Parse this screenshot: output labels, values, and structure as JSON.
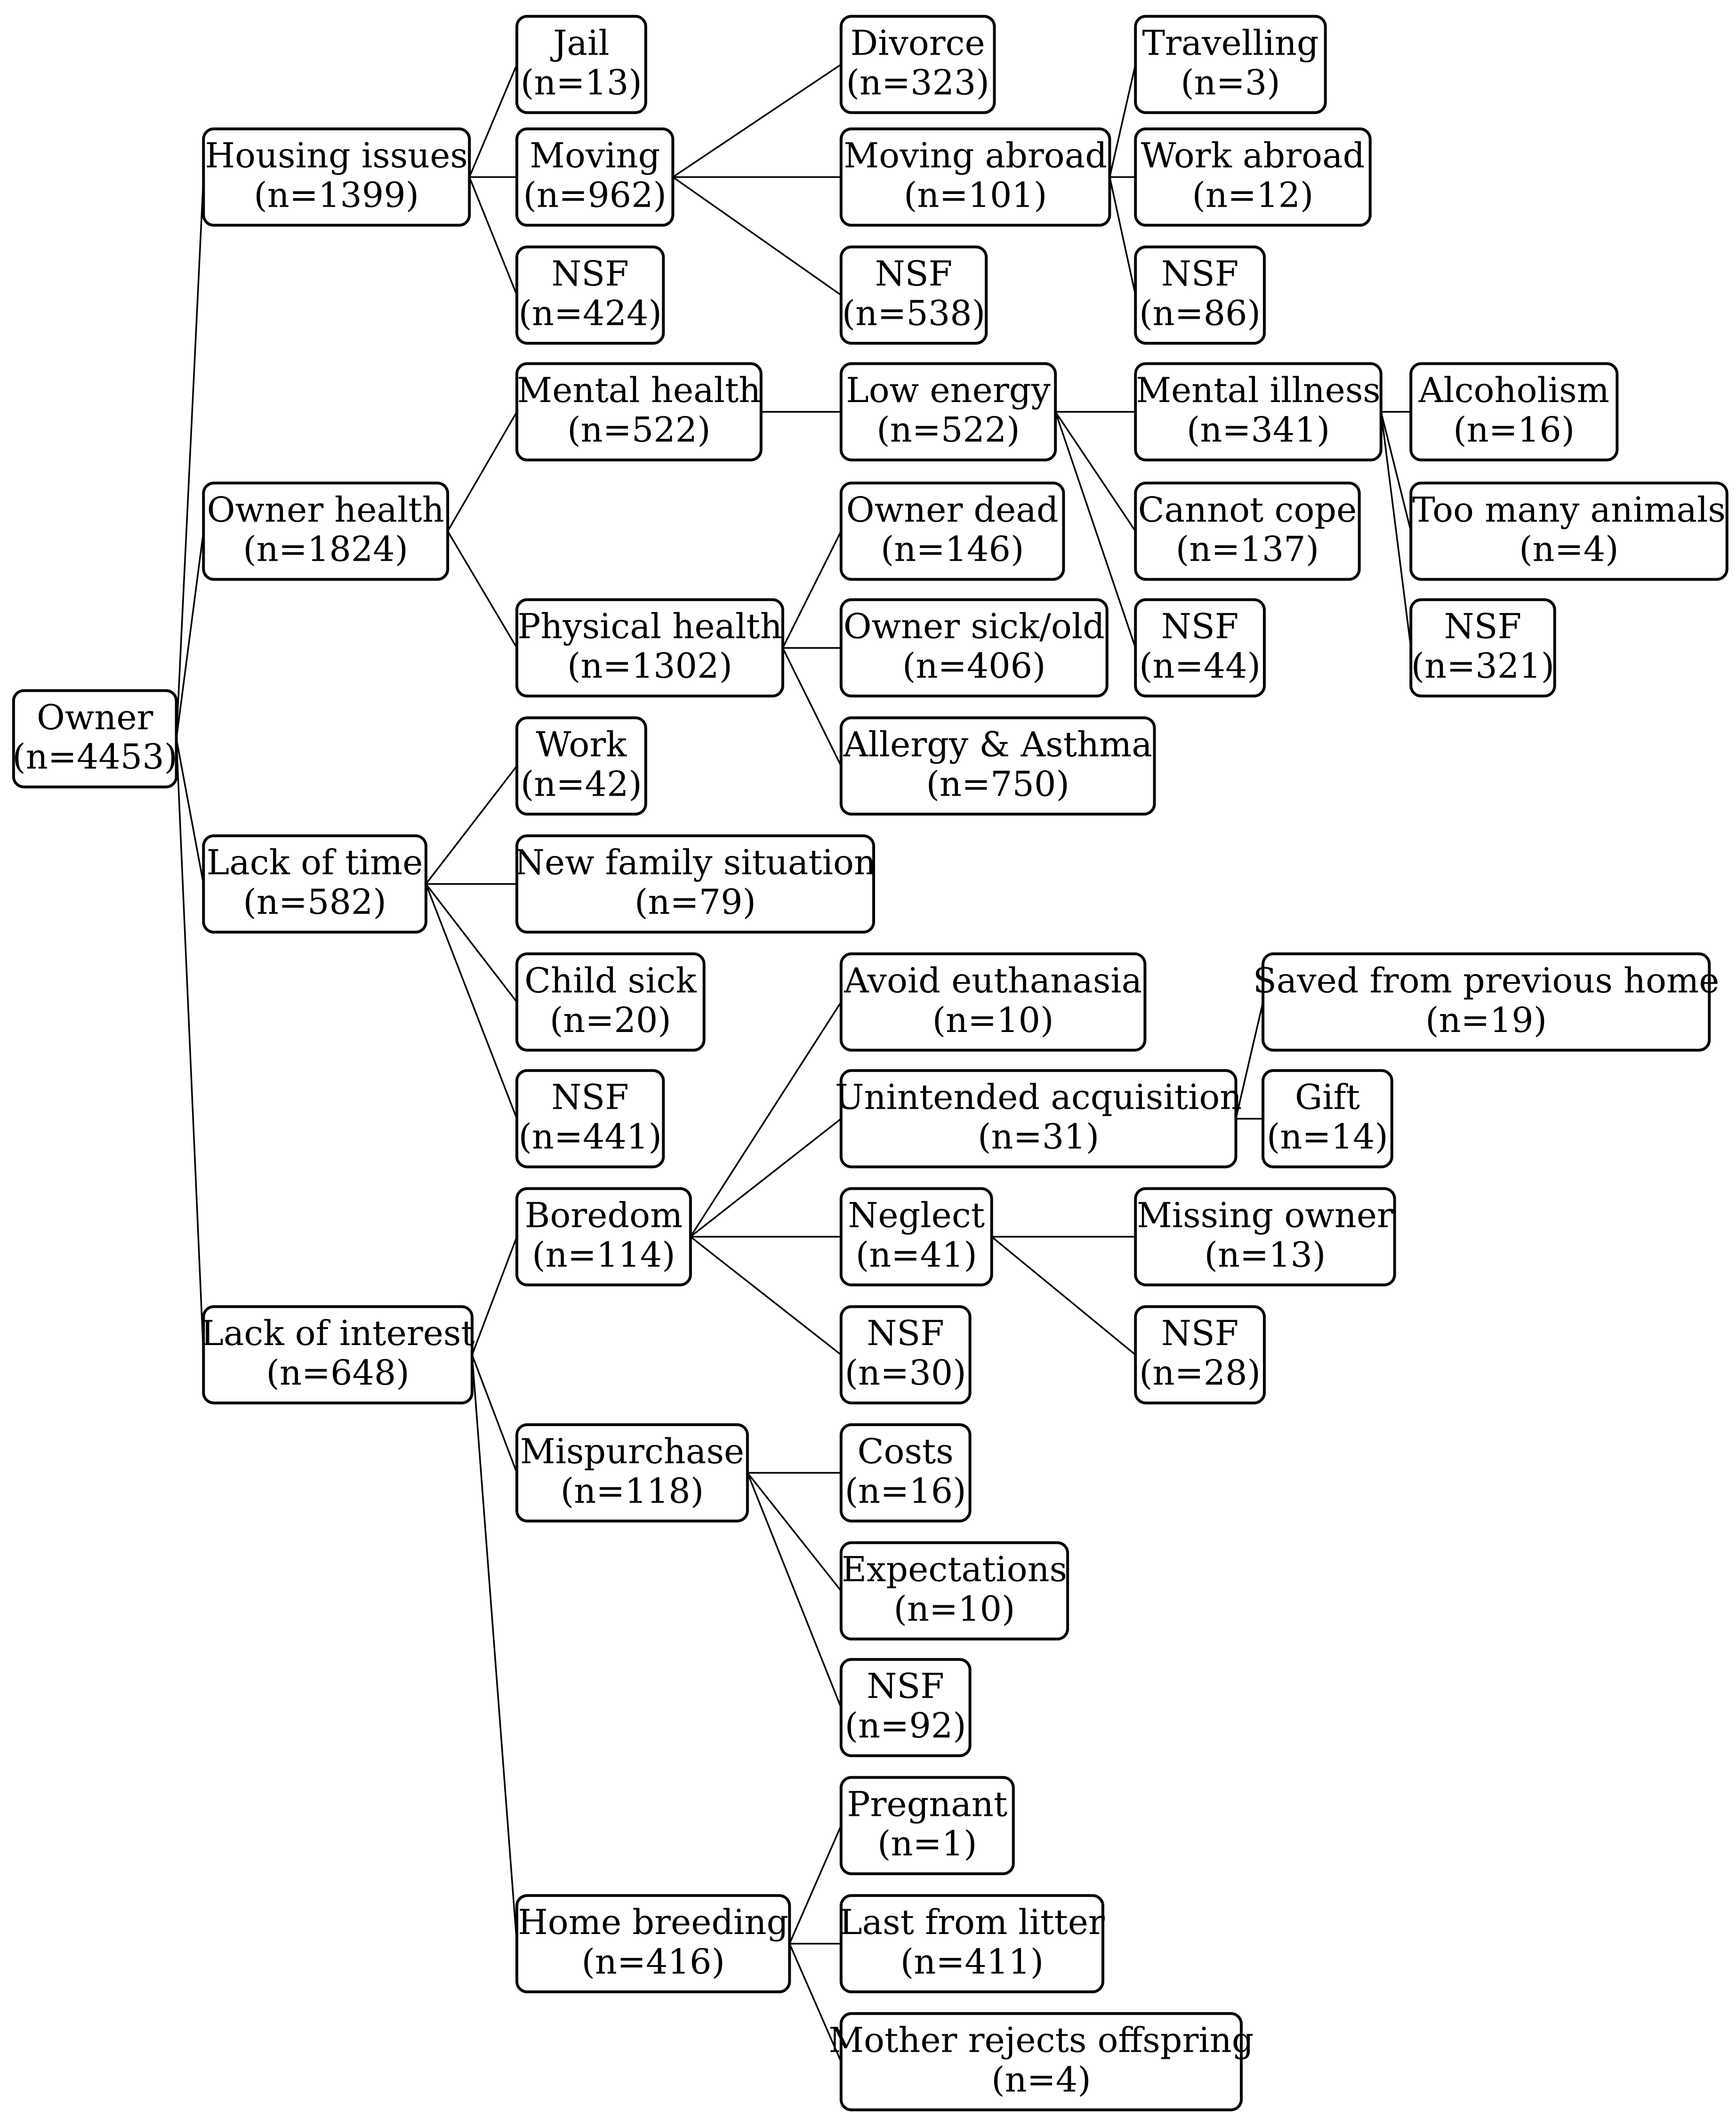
{
  "diagram": {
    "type": "tree",
    "root": "owner",
    "nodes": [
      {
        "id": "owner",
        "label": "Owner",
        "count": "(n=4453)"
      },
      {
        "id": "housing",
        "label": "Housing issues",
        "count": "(n=1399)"
      },
      {
        "id": "jail",
        "label": "Jail",
        "count": "(n=13)"
      },
      {
        "id": "moving",
        "label": "Moving",
        "count": "(n=962)"
      },
      {
        "id": "housing_nsf",
        "label": "NSF",
        "count": "(n=424)"
      },
      {
        "id": "divorce",
        "label": "Divorce",
        "count": "(n=323)"
      },
      {
        "id": "moving_abroad",
        "label": "Moving abroad",
        "count": "(n=101)"
      },
      {
        "id": "moving_nsf",
        "label": "NSF",
        "count": "(n=538)"
      },
      {
        "id": "travelling",
        "label": "Travelling",
        "count": "(n=3)"
      },
      {
        "id": "work_abroad",
        "label": "Work abroad",
        "count": "(n=12)"
      },
      {
        "id": "abroad_nsf",
        "label": "NSF",
        "count": "(n=86)"
      },
      {
        "id": "owner_health",
        "label": "Owner health",
        "count": "(n=1824)"
      },
      {
        "id": "mental_health",
        "label": "Mental health",
        "count": "(n=522)"
      },
      {
        "id": "low_energy",
        "label": "Low energy",
        "count": "(n=522)"
      },
      {
        "id": "mental_illness",
        "label": "Mental illness",
        "count": "(n=341)"
      },
      {
        "id": "cannot_cope",
        "label": "Cannot cope",
        "count": "(n=137)"
      },
      {
        "id": "energy_nsf",
        "label": "NSF",
        "count": "(n=44)"
      },
      {
        "id": "alcoholism",
        "label": "Alcoholism",
        "count": "(n=16)"
      },
      {
        "id": "too_many_animals",
        "label": "Too many animals",
        "count": "(n=4)"
      },
      {
        "id": "illness_nsf",
        "label": "NSF",
        "count": "(n=321)"
      },
      {
        "id": "physical_health",
        "label": "Physical health",
        "count": "(n=1302)"
      },
      {
        "id": "owner_dead",
        "label": "Owner dead",
        "count": "(n=146)"
      },
      {
        "id": "owner_sick",
        "label": "Owner sick/old",
        "count": "(n=406)"
      },
      {
        "id": "allergy",
        "label": "Allergy & Asthma",
        "count": "(n=750)"
      },
      {
        "id": "lack_time",
        "label": "Lack of time",
        "count": "(n=582)"
      },
      {
        "id": "work",
        "label": "Work",
        "count": "(n=42)"
      },
      {
        "id": "new_family",
        "label": "New family situation",
        "count": "(n=79)"
      },
      {
        "id": "child_sick",
        "label": "Child sick",
        "count": "(n=20)"
      },
      {
        "id": "time_nsf",
        "label": "NSF",
        "count": "(n=441)"
      },
      {
        "id": "lack_interest",
        "label": "Lack of interest",
        "count": "(n=648)"
      },
      {
        "id": "boredom",
        "label": "Boredom",
        "count": "(n=114)"
      },
      {
        "id": "avoid_euthanasia",
        "label": "Avoid euthanasia",
        "count": "(n=10)"
      },
      {
        "id": "unintended",
        "label": "Unintended acquisition",
        "count": "(n=31)"
      },
      {
        "id": "saved",
        "label": "Saved from previous home",
        "count": "(n=19)"
      },
      {
        "id": "gift",
        "label": "Gift",
        "count": "(n=14)"
      },
      {
        "id": "neglect",
        "label": "Neglect",
        "count": "(n=41)"
      },
      {
        "id": "missing_owner",
        "label": "Missing owner",
        "count": "(n=13)"
      },
      {
        "id": "neglect_nsf",
        "label": "NSF",
        "count": "(n=28)"
      },
      {
        "id": "boredom_nsf",
        "label": "NSF",
        "count": "(n=30)"
      },
      {
        "id": "mispurchase",
        "label": "Mispurchase",
        "count": "(n=118)"
      },
      {
        "id": "costs",
        "label": "Costs",
        "count": "(n=16)"
      },
      {
        "id": "expectations",
        "label": "Expectations",
        "count": "(n=10)"
      },
      {
        "id": "mispurchase_nsf",
        "label": "NSF",
        "count": "(n=92)"
      },
      {
        "id": "home_breeding",
        "label": "Home breeding",
        "count": "(n=416)"
      },
      {
        "id": "pregnant",
        "label": "Pregnant",
        "count": "(n=1)"
      },
      {
        "id": "last_litter",
        "label": "Last from litter",
        "count": "(n=411)"
      },
      {
        "id": "mother_rejects",
        "label": "Mother rejects offspring",
        "count": "(n=4)"
      }
    ],
    "edges": [
      [
        "owner",
        "housing"
      ],
      [
        "owner",
        "owner_health"
      ],
      [
        "owner",
        "lack_time"
      ],
      [
        "owner",
        "lack_interest"
      ],
      [
        "housing",
        "jail"
      ],
      [
        "housing",
        "moving"
      ],
      [
        "housing",
        "housing_nsf"
      ],
      [
        "moving",
        "divorce"
      ],
      [
        "moving",
        "moving_abroad"
      ],
      [
        "moving",
        "moving_nsf"
      ],
      [
        "moving_abroad",
        "travelling"
      ],
      [
        "moving_abroad",
        "work_abroad"
      ],
      [
        "moving_abroad",
        "abroad_nsf"
      ],
      [
        "owner_health",
        "mental_health"
      ],
      [
        "owner_health",
        "physical_health"
      ],
      [
        "mental_health",
        "low_energy"
      ],
      [
        "low_energy",
        "mental_illness"
      ],
      [
        "low_energy",
        "cannot_cope"
      ],
      [
        "low_energy",
        "energy_nsf"
      ],
      [
        "mental_illness",
        "alcoholism"
      ],
      [
        "mental_illness",
        "too_many_animals"
      ],
      [
        "mental_illness",
        "illness_nsf"
      ],
      [
        "physical_health",
        "owner_dead"
      ],
      [
        "physical_health",
        "owner_sick"
      ],
      [
        "physical_health",
        "allergy"
      ],
      [
        "lack_time",
        "work"
      ],
      [
        "lack_time",
        "new_family"
      ],
      [
        "lack_time",
        "child_sick"
      ],
      [
        "lack_time",
        "time_nsf"
      ],
      [
        "lack_interest",
        "boredom"
      ],
      [
        "lack_interest",
        "mispurchase"
      ],
      [
        "lack_interest",
        "home_breeding"
      ],
      [
        "boredom",
        "avoid_euthanasia"
      ],
      [
        "boredom",
        "unintended"
      ],
      [
        "boredom",
        "neglect"
      ],
      [
        "boredom",
        "boredom_nsf"
      ],
      [
        "unintended",
        "saved"
      ],
      [
        "unintended",
        "gift"
      ],
      [
        "neglect",
        "missing_owner"
      ],
      [
        "neglect",
        "neglect_nsf"
      ],
      [
        "mispurchase",
        "costs"
      ],
      [
        "mispurchase",
        "expectations"
      ],
      [
        "mispurchase",
        "mispurchase_nsf"
      ],
      [
        "home_breeding",
        "pregnant"
      ],
      [
        "home_breeding",
        "last_litter"
      ],
      [
        "home_breeding",
        "mother_rejects"
      ]
    ]
  }
}
